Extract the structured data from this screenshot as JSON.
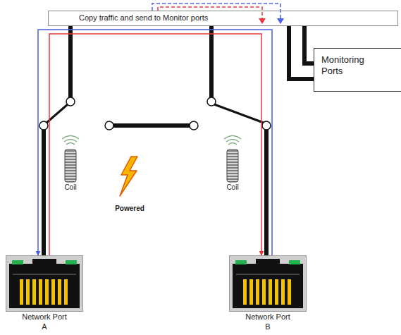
{
  "diagram": {
    "nodes": [
      {
        "text": [
          "Copy traffic and send to Monitor ports"
        ]
      },
      {
        "text": [
          "Monitoring Ports"
        ]
      },
      {
        "text": [
          "Network Port",
          "A"
        ]
      },
      {
        "text": [
          "Network Port",
          "B"
        ]
      }
    ],
    "edges": [
      {
        "from": 0,
        "to": 1,
        "arrow": "none"
      },
      {
        "from": 0,
        "to": 1,
        "arrow": "none"
      },
      {
        "from": 2,
        "to": 3,
        "arrow": "to"
      },
      {
        "from": 3,
        "to": 2,
        "arrow": "to"
      }
    ],
    "labels": [
      "Coil",
      "Coil",
      "Powered"
    ]
  }
}
